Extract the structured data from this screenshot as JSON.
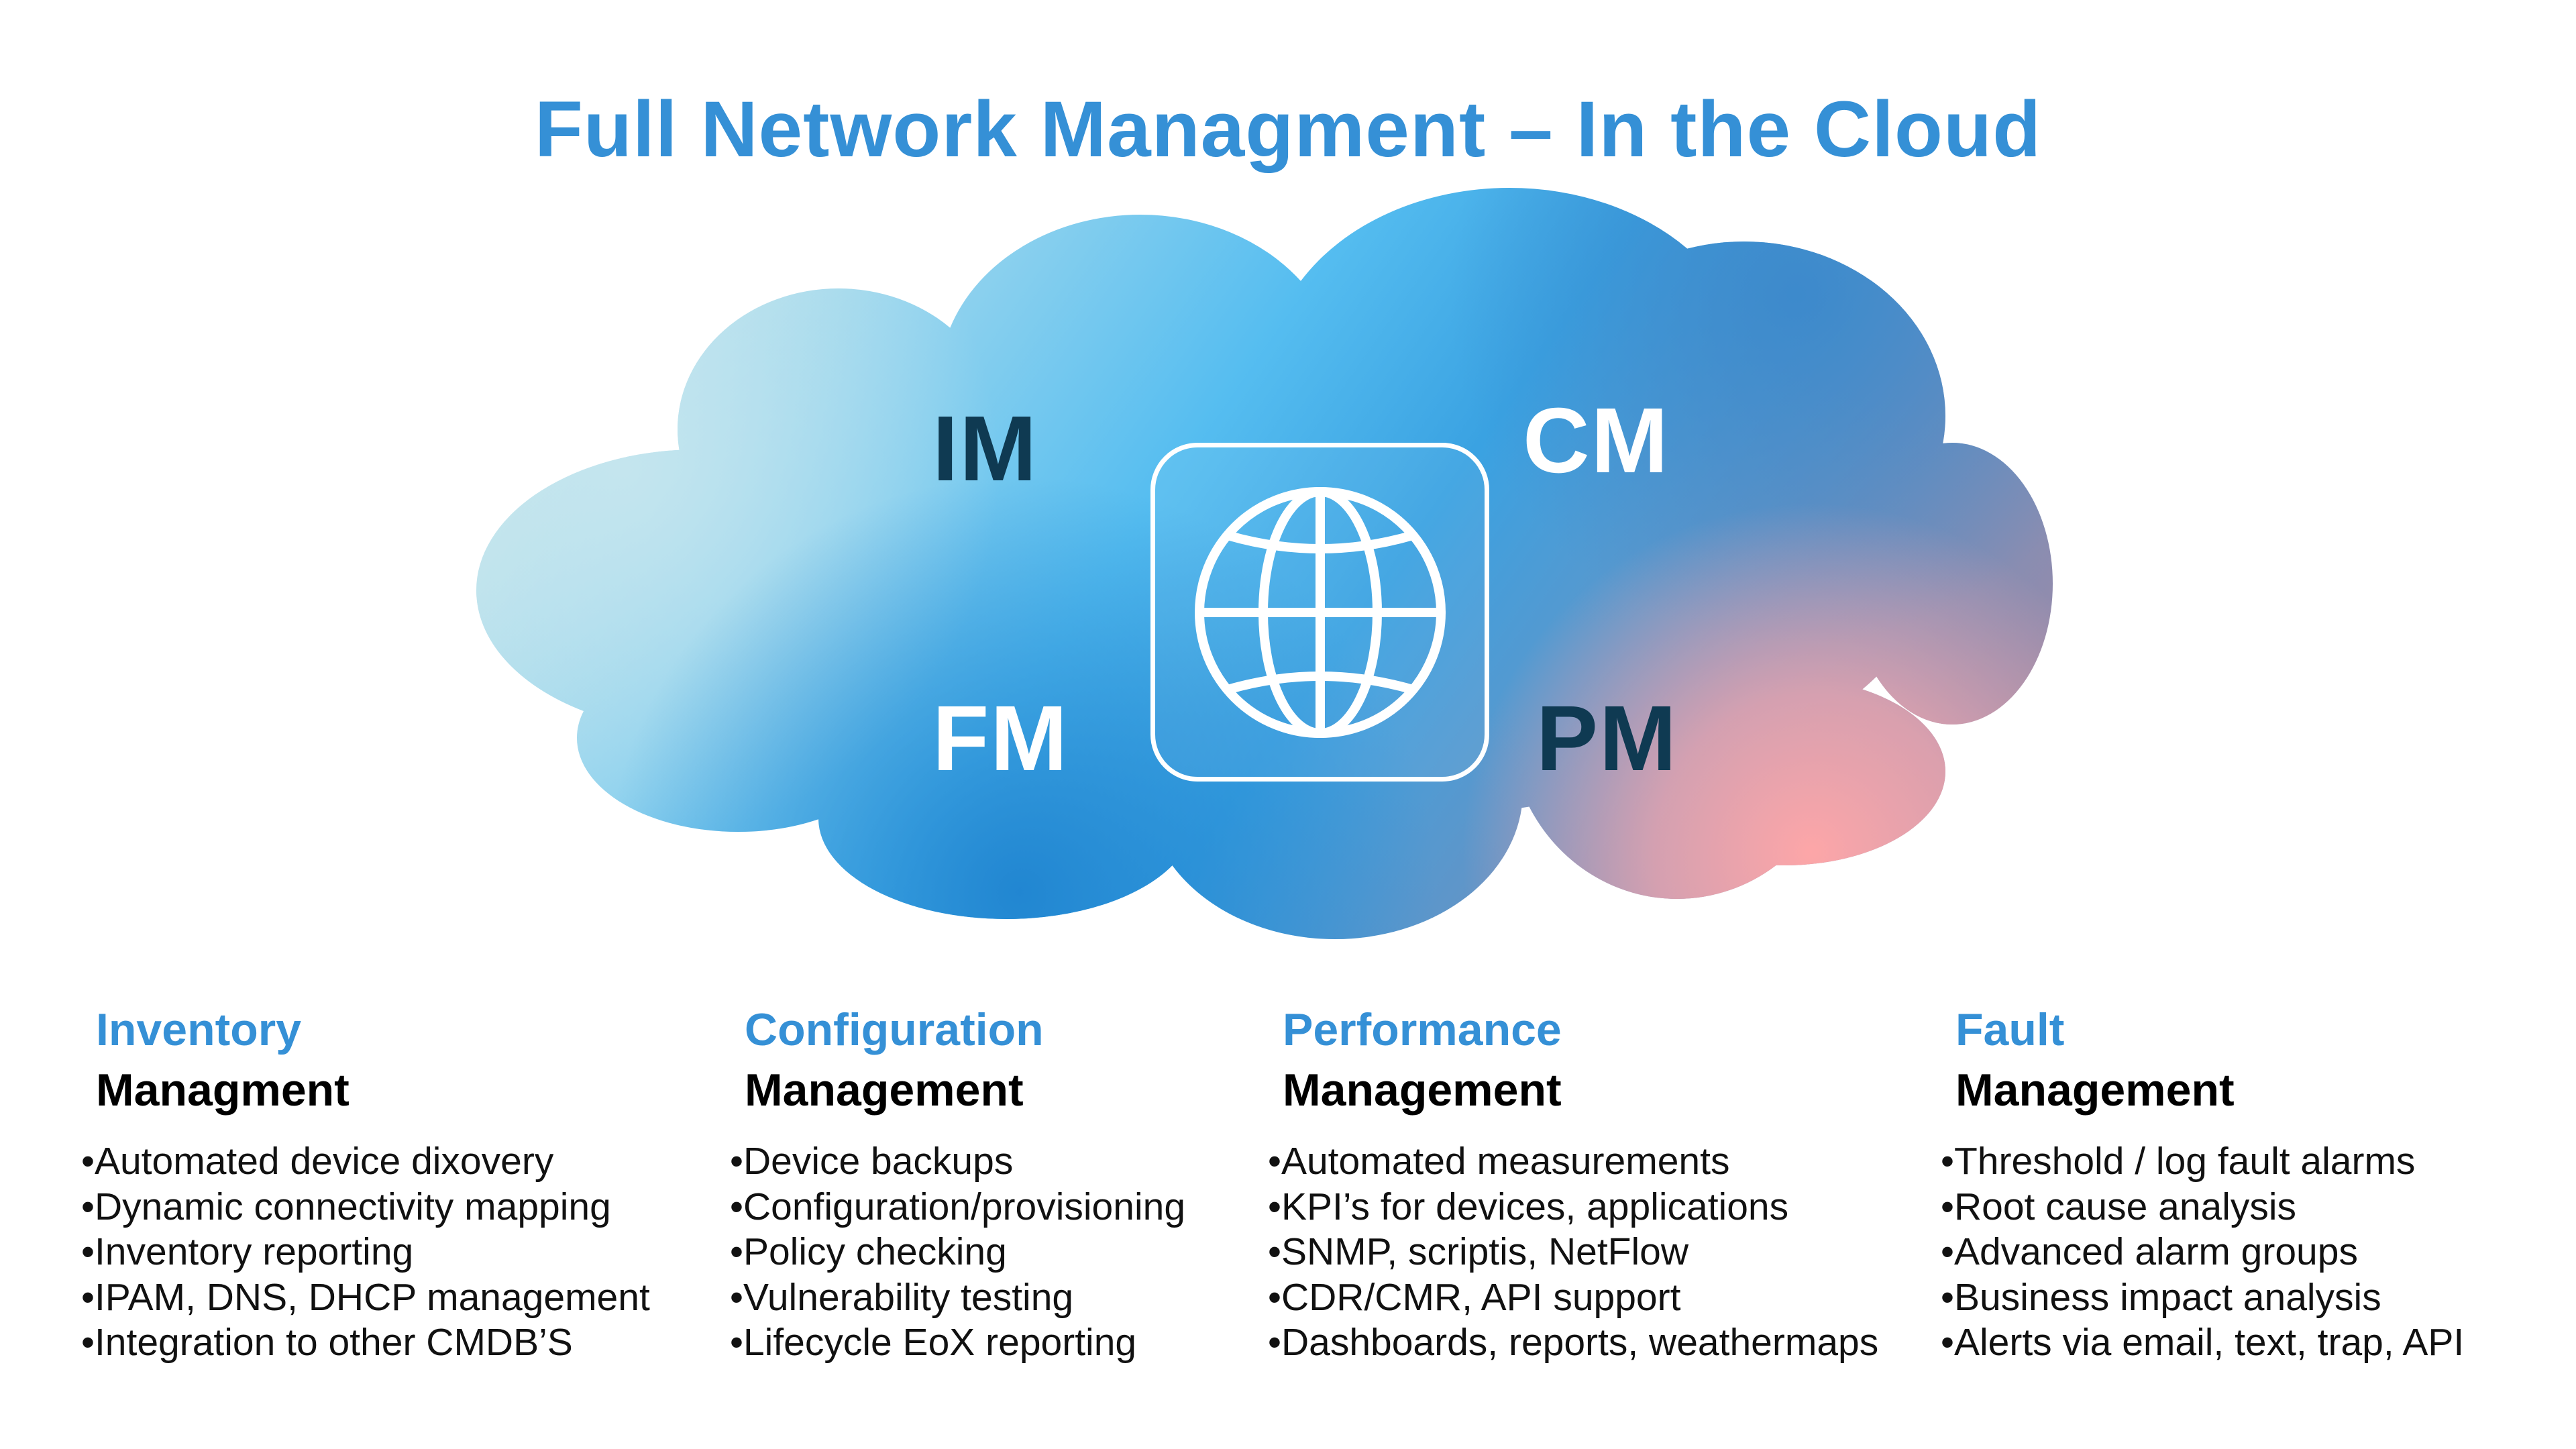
{
  "title": "Full Network Managment – In the Cloud",
  "cloud": {
    "labels": {
      "im": "IM",
      "cm": "CM",
      "fm": "FM",
      "pm": "PM"
    },
    "center_icon": "globe-icon",
    "colors": {
      "gradient_light": "#bfe3ec",
      "gradient_sky": "#55bdf0",
      "gradient_blue": "#238bd3",
      "gradient_deep": "#3d8bcc",
      "gradient_mauve": "#9b8aab",
      "gradient_pink": "#fca5a8"
    }
  },
  "columns": [
    {
      "heading_line1": "Inventory",
      "heading_line2": "Managment",
      "items": [
        "•Automated device dixovery",
        "•Dynamic connectivity mapping",
        "•Inventory reporting",
        "•IPAM, DNS, DHCP management",
        "•Integration to other CMDB’S"
      ]
    },
    {
      "heading_line1": "Configuration",
      "heading_line2": "Management",
      "items": [
        "•Device backups",
        "•Configuration/provisioning",
        "•Policy checking",
        "•Vulnerability testing",
        "•Lifecycle EoX reporting"
      ]
    },
    {
      "heading_line1": "Performance",
      "heading_line2": "Management",
      "items": [
        "•Automated measurements",
        "•KPI’s for devices, applications",
        "•SNMP, scriptis, NetFlow",
        "•CDR/CMR, API support",
        "•Dashboards, reports, weathermaps"
      ]
    },
    {
      "heading_line1": "Fault",
      "heading_line2": "Management",
      "items": [
        "•Threshold / log fault alarms",
        "•Root cause analysis",
        "•Advanced alarm groups",
        "•Business impact analysis",
        "•Alerts via email, text, trap, API"
      ]
    }
  ],
  "colors": {
    "title": "#3590d6",
    "heading_accent": "#3590d6",
    "heading_dark": "#000000",
    "label_dark": "#0f3a52",
    "label_light": "#ffffff"
  }
}
